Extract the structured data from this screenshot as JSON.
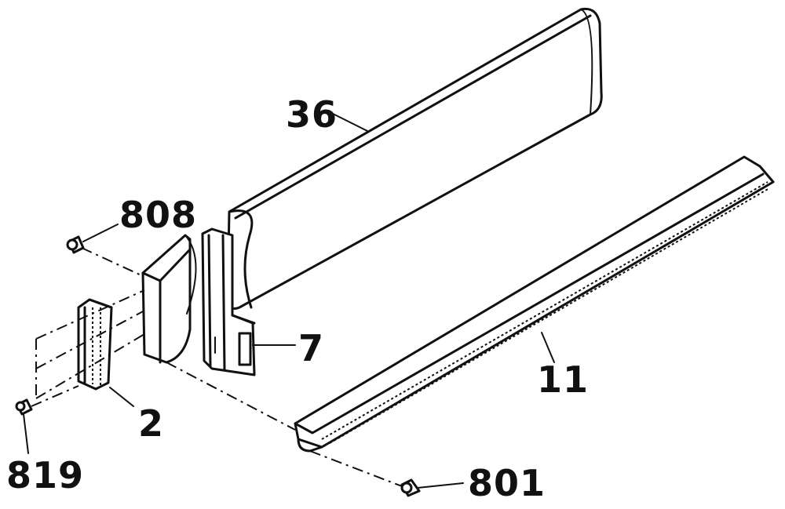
{
  "diagram": {
    "labels": {
      "panel": "36",
      "screw_top": "808",
      "bracket": "7",
      "end_cap": "2",
      "rail": "11",
      "screw_left": "819",
      "screw_bottom": "801"
    },
    "colors": {
      "ink": "#111111",
      "background": "#ffffff"
    }
  }
}
